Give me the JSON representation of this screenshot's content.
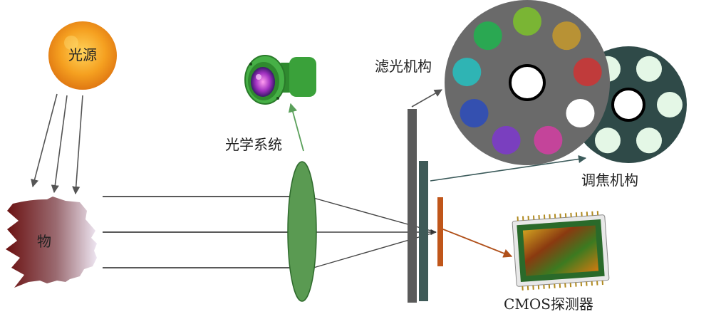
{
  "labels": {
    "light_source": "光源",
    "object": "物",
    "optical_system": "光学系统",
    "filter_mechanism": "滤光机构",
    "focus_mechanism": "调焦机构",
    "cmos_detector": "CMOS探测器"
  },
  "colors": {
    "sun": "#f39a1c",
    "lens": "#5a9a52",
    "lens_stroke": "#2e6a2c",
    "filter_plate": "#5a5a5a",
    "focus_plate": "#3f5a58",
    "sensor_bar": "#c0561a",
    "filter_wheel": "#6a6a6a",
    "focus_wheel": "#2f4a48",
    "arrow_gray": "#555555",
    "arrow_green": "#5aa05a",
    "arrow_teal": "#3b5a5a",
    "arrow_orange": "#b0501a"
  },
  "filter_wheel_colors": [
    "#7ab534",
    "#b89235",
    "#c03b3b",
    "#ffffff",
    "#c4449a",
    "#7a3fbf",
    "#3450b0",
    "#2fb4b4",
    "#2aa852"
  ],
  "focus_wheel_colors": [
    "#e4f7e6",
    "#e4f7e6",
    "#e4f7e6",
    "#e4f7e6",
    "#e4f7e6",
    "#e4f7e6"
  ],
  "icons": {
    "sun": "sun-icon",
    "object": "object-silhouette-icon",
    "camera_lens": "camera-lens-icon",
    "cmos_chip": "cmos-chip-icon"
  }
}
